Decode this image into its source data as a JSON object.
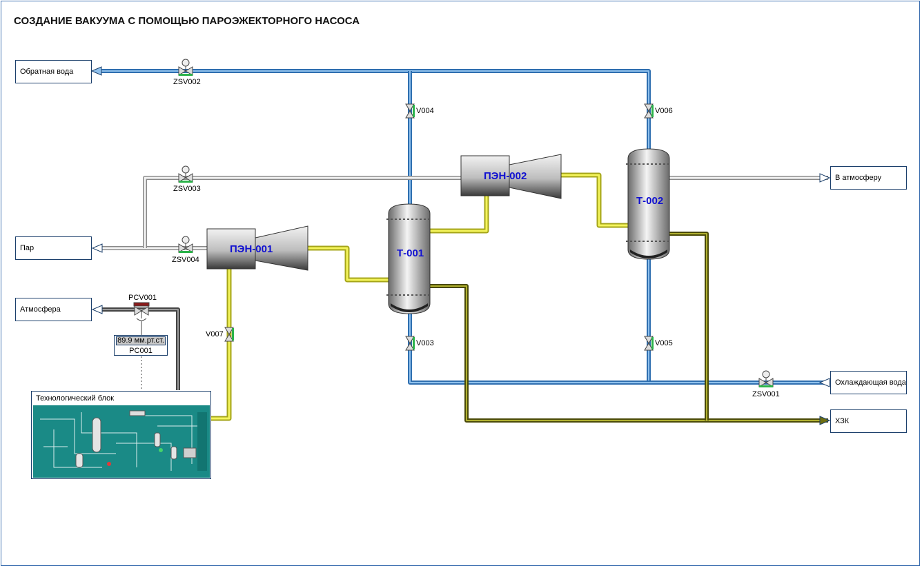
{
  "title": "СОЗДАНИЕ ВАКУУМА С ПОМОЩЬЮ ПАРОЭЖЕКТОРНОГО НАСОСА",
  "terminals": {
    "return_water": "Обратная вода",
    "steam": "Пар",
    "atmosphere_in": "Атмосфера",
    "to_atmosphere": "В атмосферу",
    "cooling_water": "Охлаждающая вода",
    "hzk": "ХЗК"
  },
  "valves": {
    "zsv002": "ZSV002",
    "zsv003": "ZSV003",
    "zsv004": "ZSV004",
    "zsv001": "ZSV001",
    "pcv001": "PCV001",
    "v003": "V003",
    "v004": "V004",
    "v005": "V005",
    "v006": "V006",
    "v007": "V007"
  },
  "equipment": {
    "pen001": "ПЭН-001",
    "pen002": "ПЭН-002",
    "t001": "Т-001",
    "t002": "Т-002"
  },
  "controller": {
    "value": "89.9 мм.рт.ст.",
    "tag": "PC001"
  },
  "tech_block": {
    "title": "Технологический блок"
  },
  "colors": {
    "water_pipe": "#5b9bd5",
    "steam_pipe": "#d9d9d9",
    "gas_pipe": "#e6e64a",
    "condensate_pipe": "#8f8f14",
    "air_pipe": "#6d6d6d",
    "label_blue": "#1010d0",
    "valve_open": "#2bb34a"
  }
}
